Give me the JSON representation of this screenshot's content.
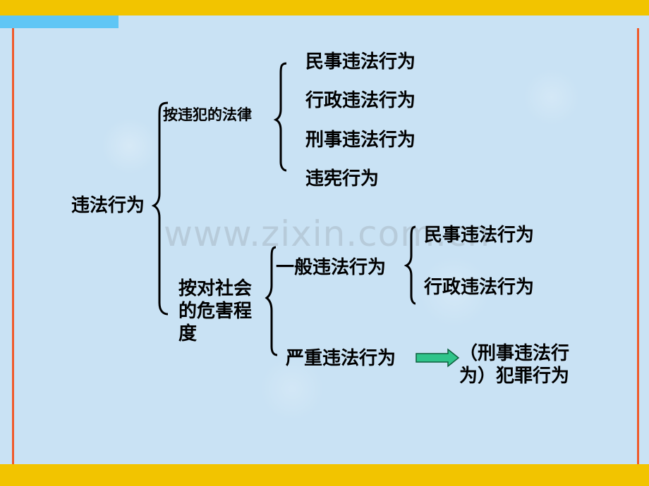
{
  "diagram": {
    "root": "违法行为",
    "branch_law": {
      "label": "按违犯的法律",
      "items": [
        "民事违法行为",
        "行政违法行为",
        "刑事违法行为",
        "违宪行为"
      ]
    },
    "branch_harm": {
      "label": "按对社会的危害程度",
      "general": {
        "label": "一般违法行为",
        "items": [
          "民事违法行为",
          "行政违法行为"
        ]
      },
      "serious": {
        "label": "严重违法行为",
        "result": "（刑事违法行为）犯罪行为"
      }
    }
  },
  "watermark": "www.zixin.com.cn",
  "colors": {
    "background": "#c9e2f4",
    "band": "#f2c400",
    "accent": "#5fc6f5",
    "edge": "#f05a2a",
    "arrow": "#2fc48a"
  }
}
